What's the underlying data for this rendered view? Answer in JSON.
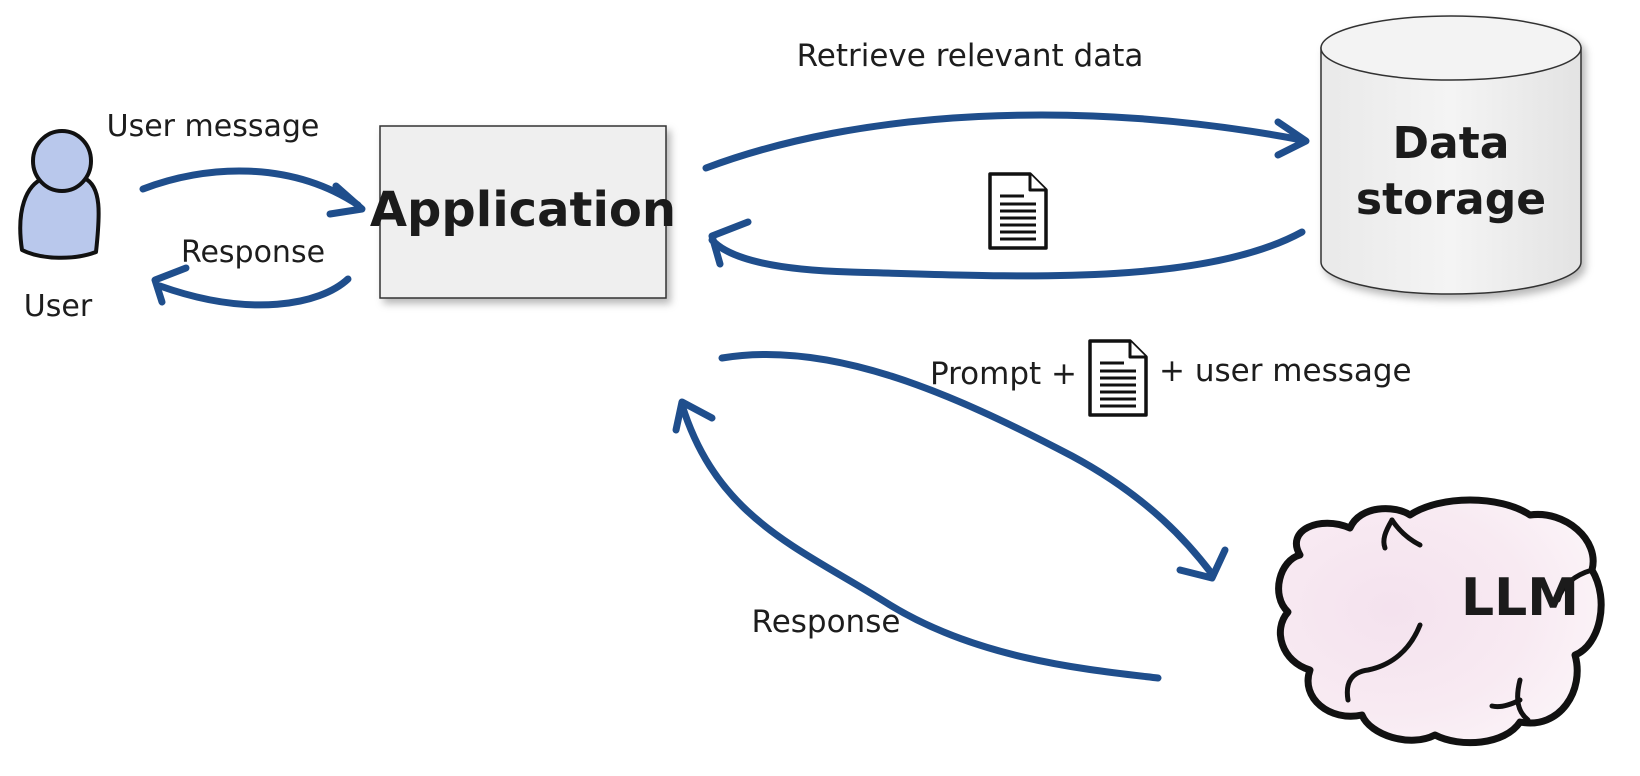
{
  "nodes": {
    "user": "User",
    "application": "Application",
    "data_storage_line1": "Data",
    "data_storage_line2": "storage",
    "llm": "LLM"
  },
  "edges": {
    "user_message": "User message",
    "response_to_user": "Response",
    "retrieve": "Retrieve relevant data",
    "prompt_prefix": "Prompt +",
    "prompt_suffix": "+ user message",
    "llm_response": "Response"
  },
  "colors": {
    "arrow": "#1f4e8c",
    "box_fill": "#efefef",
    "user_fill": "#b9c8ec",
    "llm_fill": "#f1dbe8"
  },
  "icons": {
    "person": "user-icon",
    "document": "document-icon",
    "database": "database-icon",
    "brain": "brain-cloud-icon"
  }
}
